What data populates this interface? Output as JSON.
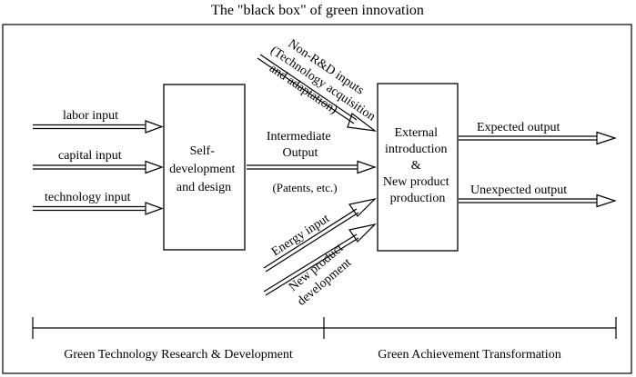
{
  "title": "The \"black box\" of green innovation",
  "inputs": {
    "labor": "labor input",
    "capital": "capital input",
    "technology": "technology input"
  },
  "left_box": {
    "line1": "Self-",
    "line2": "development",
    "line3": "and design"
  },
  "intermediate": {
    "line1": "Intermediate",
    "line2": "Output",
    "line3": "(Patents, etc.)"
  },
  "non_rd": {
    "line1": "Non-R&D inputs",
    "line2": "(Technology acquisition",
    "line3": "and adaptation)"
  },
  "energy": "Energy input",
  "new_product_dev": {
    "line1": "New product",
    "line2": "development"
  },
  "right_box": {
    "line1": "External",
    "line2": "introduction",
    "line3": "&",
    "line4": "New product",
    "line5": "production"
  },
  "outputs": {
    "expected": "Expected output",
    "unexpected": "Unexpected output"
  },
  "stages": {
    "left": "Green Technology Research & Development",
    "right": "Green Achievement Transformation"
  }
}
